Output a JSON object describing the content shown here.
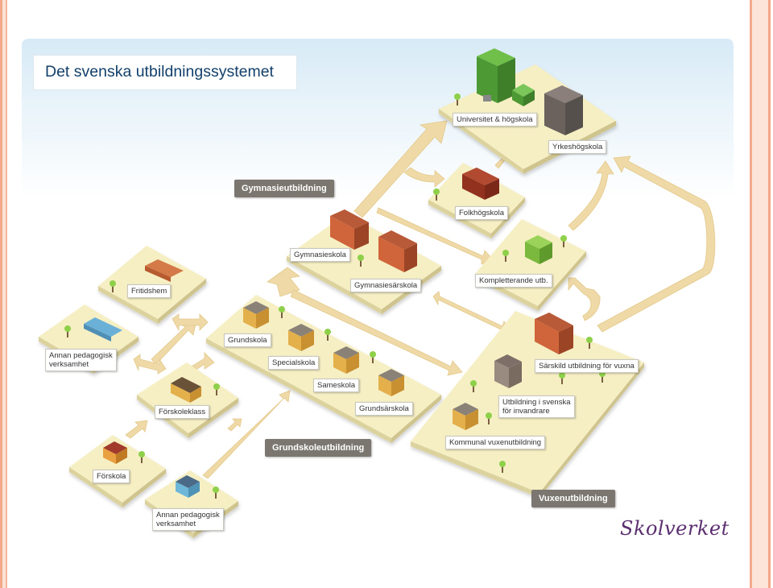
{
  "title": "Det svenska utbildningssystemet",
  "stages": {
    "gymnasie": "Gymnasieutbildning",
    "grundskole": "Grundskoleutbildning",
    "vuxen": "Vuxenutbildning"
  },
  "labels": {
    "universitet": "Universitet & högskola",
    "yrkeshogskola": "Yrkeshögskola",
    "folkhogskola": "Folkhögskola",
    "kompletterande": "Kompletterande utb.",
    "gymnasieskola": "Gymnasieskola",
    "gymnasiesarskola": "Gymnasiesärskola",
    "fritidshem": "Fritidshem",
    "annan1": "Annan pedagogisk\nverksamhet",
    "grundskola": "Grundskola",
    "specialskola": "Specialskola",
    "sameskola": "Sameskola",
    "grundsarskola": "Grundsärskola",
    "forskoleklass": "Förskoleklass",
    "forskola": "Förskola",
    "annan2": "Annan pedagogisk\nverksamhet",
    "sarskild": "Särskild utbildning för vuxna",
    "sfi": "Utbildning i svenska\nför invandrare",
    "komvux": "Kommunal vuxenutbildning"
  },
  "logo": "Skolverket",
  "colors": {
    "platform": "#f6efc4",
    "platform_side": "#dcd29e",
    "arrow": "#efd9a6",
    "stage_tag": "#7b7670",
    "logo": "#5c2f70"
  }
}
